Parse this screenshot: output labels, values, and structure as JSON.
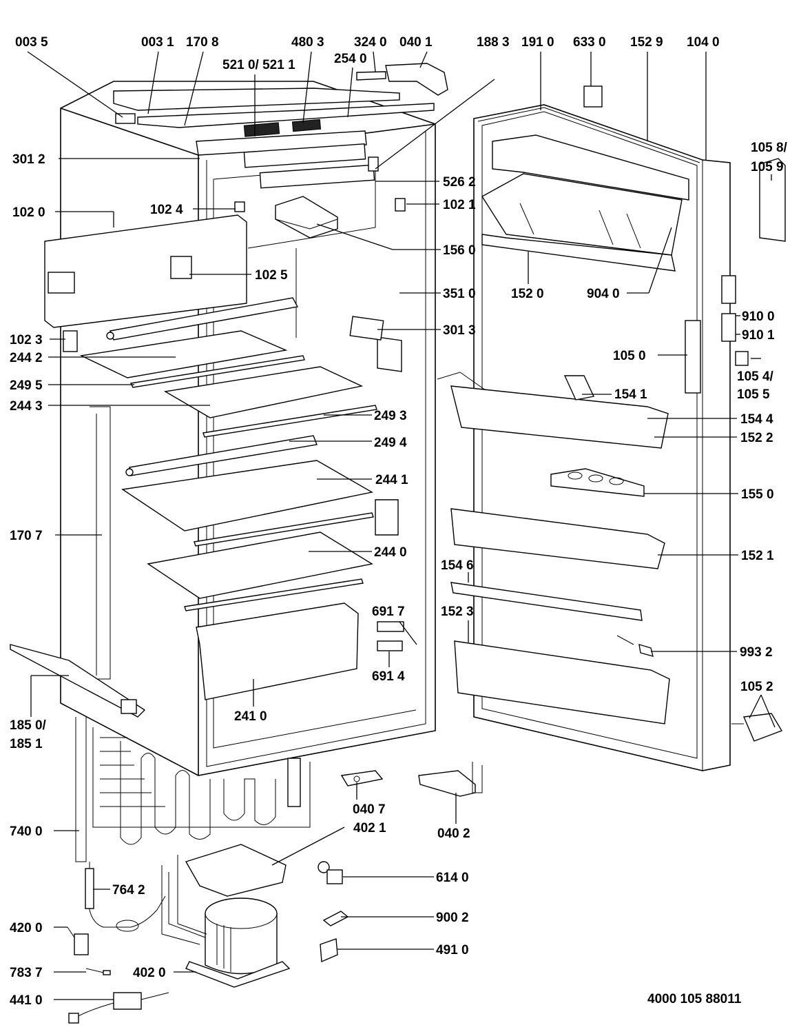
{
  "diagram": {
    "doc_number": "4000 105 88011",
    "labels": {
      "p0035": "003 5",
      "p0031": "003 1",
      "p1708": "170 8",
      "p5210": "521 0/ 521 1",
      "p4803": "480 3",
      "p3240": "324 0",
      "p2540": "254 0",
      "p0401": "040 1",
      "p1883": "188 3",
      "p1910": "191 0",
      "p6330": "633 0",
      "p1529": "152 9",
      "p1040": "104 0",
      "p1058a": "105 8/",
      "p1058b": "105 9",
      "p3012": "301 2",
      "p5262": "526 2",
      "p1020": "102 0",
      "p1024": "102 4",
      "p1021": "102 1",
      "p1560": "156 0",
      "p1025": "102 5",
      "p3510": "351 0",
      "p1520": "152 0",
      "p9040": "904 0",
      "p3013": "301 3",
      "p9100": "910 0",
      "p9101": "910 1",
      "p1023": "102 3",
      "p2442": "244 2",
      "p1050": "105 0",
      "p1054a": "105 4/",
      "p1054b": "105 5",
      "p2495": "249 5",
      "p1541": "154 1",
      "p2443": "244 3",
      "p2493": "249 3",
      "p1544": "154 4",
      "p1522": "152 2",
      "p2494": "249 4",
      "p2441": "244 1",
      "p1550": "155 0",
      "p1707": "170 7",
      "p2440": "244 0",
      "p1521": "152 1",
      "p1546": "154 6",
      "p6917": "691 7",
      "p1523": "152 3",
      "p9932": "993 2",
      "p6914": "691 4",
      "p1052": "105 2",
      "p1850a": "185 0/",
      "p1850b": "185 1",
      "p2410": "241 0",
      "p0407": "040 7",
      "p0402": "040 2",
      "p7400": "740 0",
      "p4021": "402 1",
      "p6140": "614 0",
      "p7642": "764 2",
      "p9002": "900 2",
      "p4200": "420 0",
      "p4910": "491 0",
      "p7837": "783 7",
      "p4020": "402 0",
      "p4410": "441 0"
    }
  }
}
